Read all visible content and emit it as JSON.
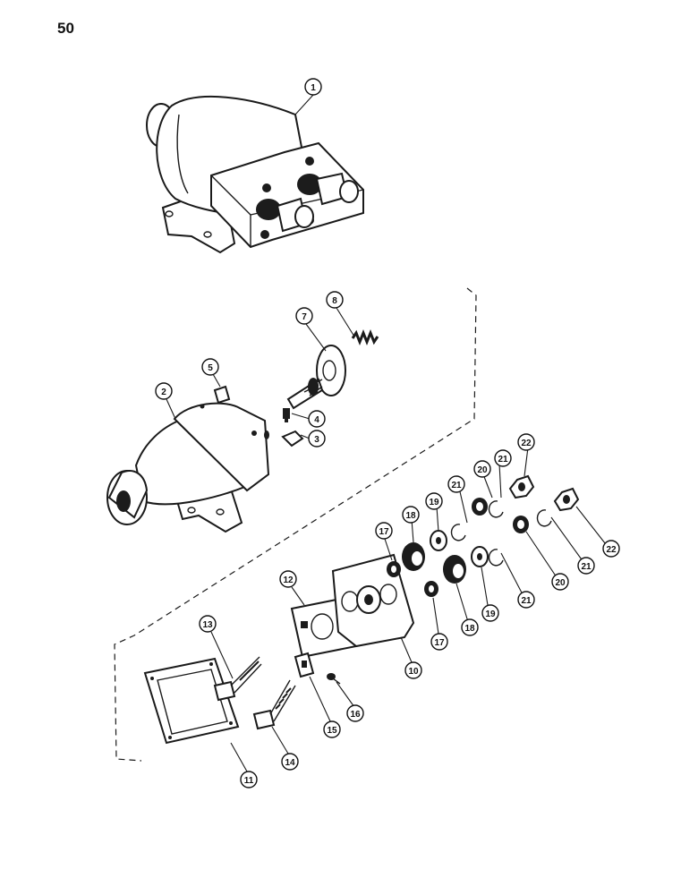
{
  "page": {
    "number": "50"
  },
  "callouts": [
    {
      "id": "c1",
      "label": "1"
    },
    {
      "id": "c2",
      "label": "2"
    },
    {
      "id": "c3",
      "label": "3"
    },
    {
      "id": "c4",
      "label": "4"
    },
    {
      "id": "c5",
      "label": "5"
    },
    {
      "id": "c7",
      "label": "7"
    },
    {
      "id": "c8",
      "label": "8"
    },
    {
      "id": "c10",
      "label": "10"
    },
    {
      "id": "c11",
      "label": "11"
    },
    {
      "id": "c12",
      "label": "12"
    },
    {
      "id": "c13",
      "label": "13"
    },
    {
      "id": "c14",
      "label": "14"
    },
    {
      "id": "c15",
      "label": "15"
    },
    {
      "id": "c16",
      "label": "16"
    },
    {
      "id": "c17a",
      "label": "17"
    },
    {
      "id": "c17b",
      "label": "17"
    },
    {
      "id": "c18a",
      "label": "18"
    },
    {
      "id": "c18b",
      "label": "18"
    },
    {
      "id": "c19a",
      "label": "19"
    },
    {
      "id": "c19b",
      "label": "19"
    },
    {
      "id": "c20a",
      "label": "20"
    },
    {
      "id": "c20b",
      "label": "20"
    },
    {
      "id": "c21a",
      "label": "21"
    },
    {
      "id": "c21b",
      "label": "21"
    },
    {
      "id": "c21c",
      "label": "21"
    },
    {
      "id": "c21d",
      "label": "21"
    },
    {
      "id": "c22a",
      "label": "22"
    },
    {
      "id": "c22b",
      "label": "22"
    }
  ]
}
